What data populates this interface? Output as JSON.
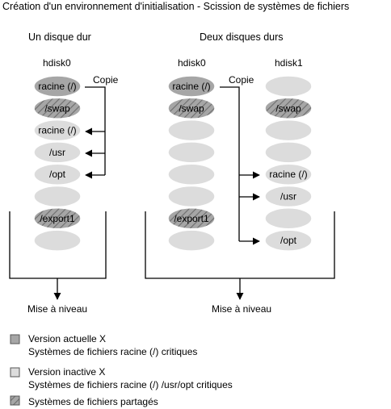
{
  "title": "Création d'un environnement d'initialisation  - Scission de systèmes de fichiers",
  "colors": {
    "current": "#a6a6a6",
    "inactive": "#dcdcdc",
    "shared_bg": "#a6a6a6",
    "shared_hatch": "#6e6e6e",
    "line": "#000000"
  },
  "panels": {
    "left": {
      "heading": "Un disque dur",
      "disk_label": "hdisk0",
      "copy_label": "Copie",
      "upgrade_label": "Mise à niveau",
      "slices": [
        {
          "label": "racine (/)",
          "kind": "current"
        },
        {
          "label": "/swap",
          "kind": "shared"
        },
        {
          "label": "racine (/)",
          "kind": "inactive"
        },
        {
          "label": "/usr",
          "kind": "inactive"
        },
        {
          "label": "/opt",
          "kind": "inactive"
        },
        {
          "label": "",
          "kind": "inactive"
        },
        {
          "label": "/export1",
          "kind": "shared"
        },
        {
          "label": "",
          "kind": "inactive"
        }
      ]
    },
    "right": {
      "heading": "Deux disques durs",
      "copy_label": "Copie",
      "upgrade_label": "Mise à niveau",
      "disk0": {
        "label": "hdisk0",
        "slices": [
          {
            "label": "racine (/)",
            "kind": "current"
          },
          {
            "label": "/swap",
            "kind": "shared"
          },
          {
            "label": "",
            "kind": "inactive"
          },
          {
            "label": "",
            "kind": "inactive"
          },
          {
            "label": "",
            "kind": "inactive"
          },
          {
            "label": "",
            "kind": "inactive"
          },
          {
            "label": "/export1",
            "kind": "shared"
          },
          {
            "label": "",
            "kind": "inactive"
          }
        ]
      },
      "disk1": {
        "label": "hdisk1",
        "slices": [
          {
            "label": "",
            "kind": "inactive"
          },
          {
            "label": "/swap",
            "kind": "shared"
          },
          {
            "label": "",
            "kind": "inactive"
          },
          {
            "label": "",
            "kind": "inactive"
          },
          {
            "label": "racine (/)",
            "kind": "inactive"
          },
          {
            "label": "/usr",
            "kind": "inactive"
          },
          {
            "label": "",
            "kind": "inactive"
          },
          {
            "label": "/opt",
            "kind": "inactive"
          }
        ]
      }
    }
  },
  "legend": [
    {
      "kind": "current",
      "lines": [
        "Version actuelle X",
        "Systèmes de fichiers racine (/) critiques"
      ]
    },
    {
      "kind": "inactive",
      "lines": [
        "Version inactive X",
        "Systèmes de fichiers racine (/) /usr/opt critiques"
      ]
    },
    {
      "kind": "shared",
      "lines": [
        "Systèmes de fichiers partagés"
      ]
    }
  ]
}
